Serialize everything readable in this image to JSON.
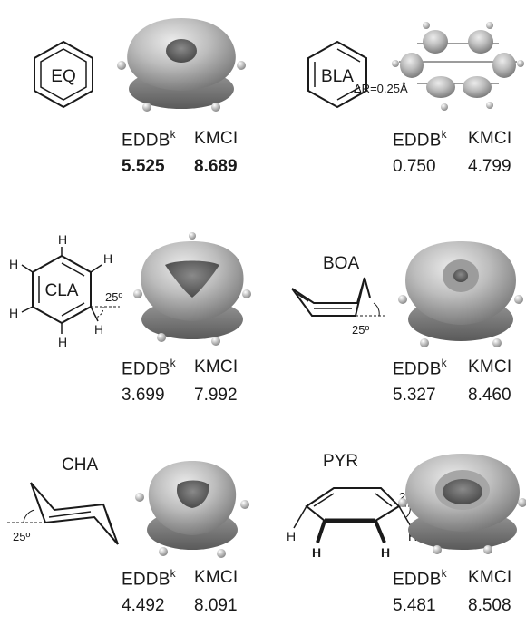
{
  "headers": {
    "eddb": "EDDB",
    "k": "k",
    "kmci": "KMCI"
  },
  "panels": [
    {
      "id": "EQ",
      "label": "EQ",
      "eddb": "5.525",
      "kmci": "8.689"
    },
    {
      "id": "BLA",
      "label": "BLA",
      "eddb": "0.750",
      "kmci": "4.799",
      "annotation": "ΔR=0.25Å"
    },
    {
      "id": "CLA",
      "label": "CLA",
      "eddb": "3.699",
      "kmci": "7.992",
      "angle": "25º",
      "atom": "H"
    },
    {
      "id": "BOA",
      "label": "BOA",
      "eddb": "5.327",
      "kmci": "8.460",
      "angle": "25º"
    },
    {
      "id": "CHA",
      "label": "CHA",
      "eddb": "4.492",
      "kmci": "8.091",
      "angle": "25º"
    },
    {
      "id": "PYR",
      "label": "PYR",
      "eddb": "5.481",
      "kmci": "8.508",
      "angle": "25º",
      "atom": "H"
    }
  ],
  "colors": {
    "ink": "#1a1a1a",
    "density_light": "#d4d4d4",
    "density_dark": "#7d7d7d"
  }
}
